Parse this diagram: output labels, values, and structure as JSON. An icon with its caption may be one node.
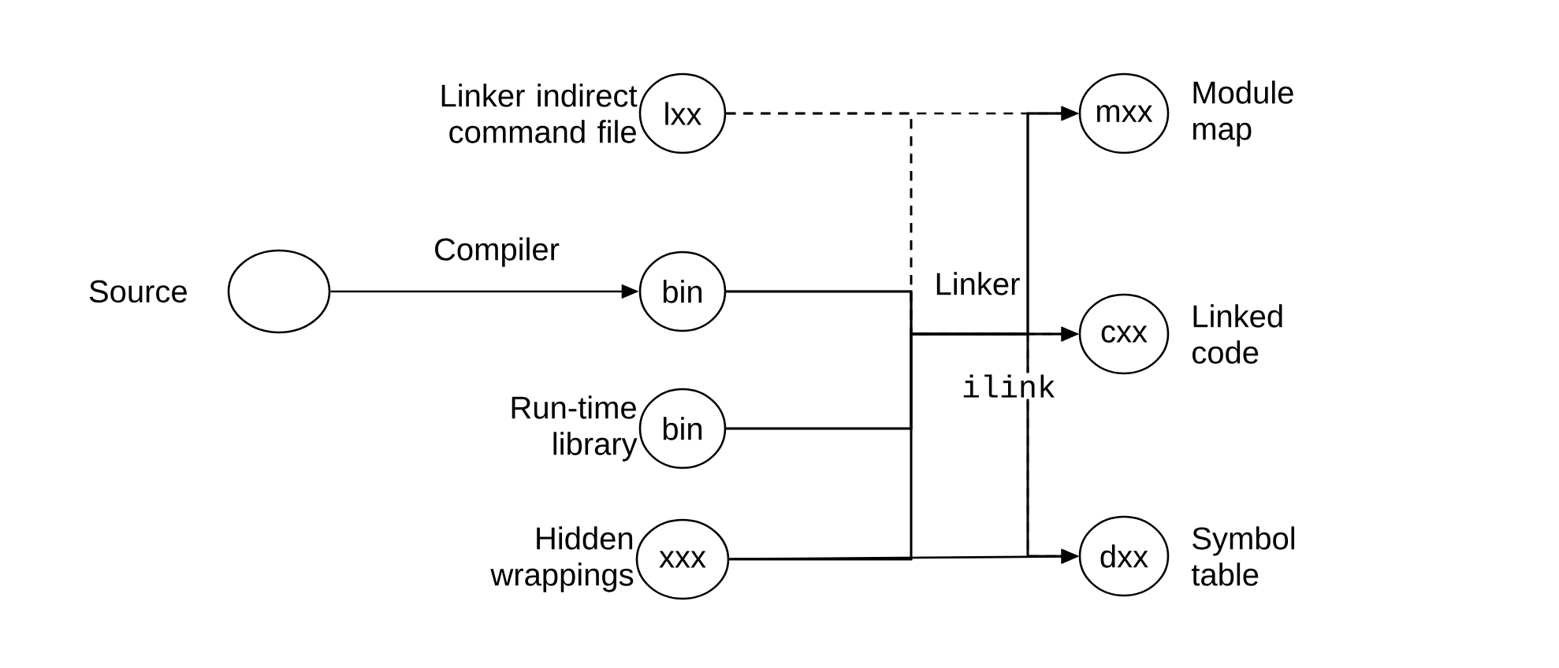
{
  "diagram": {
    "nodes": [
      {
        "text": [],
        "shape": "circle",
        "beside": [
          "Source"
        ]
      },
      {
        "text": [
          "lxx"
        ],
        "beside": [
          "Linker indirect command file"
        ]
      },
      {
        "text": [
          "bin"
        ]
      },
      {
        "text": [
          "bin"
        ],
        "beside": [
          "Run-time library"
        ]
      },
      {
        "text": [
          "xxx"
        ],
        "beside": [
          "Hidden wrappings"
        ]
      },
      {
        "text": [
          "mxx"
        ],
        "beside": [
          "Module map"
        ]
      },
      {
        "text": [
          "cxx"
        ],
        "beside": [
          "Linked code"
        ]
      },
      {
        "text": [
          "dxx"
        ],
        "beside": [
          "Symbol table"
        ]
      }
    ],
    "edges": [
      {
        "from": 0,
        "to": 2,
        "arrow": "to",
        "label": "Compiler"
      },
      {
        "from": 1,
        "to": 5,
        "arrow": "to",
        "style": "dashed"
      },
      {
        "from": 1,
        "to": 6,
        "arrow": "to",
        "style": "dashed"
      },
      {
        "from": 1,
        "to": 7,
        "arrow": "to",
        "style": "dashed"
      },
      {
        "from": 2,
        "to": 5,
        "arrow": "to"
      },
      {
        "from": 2,
        "to": 6,
        "arrow": "to"
      },
      {
        "from": 2,
        "to": 7,
        "arrow": "to"
      },
      {
        "from": 3,
        "to": 5,
        "arrow": "to"
      },
      {
        "from": 3,
        "to": 6,
        "arrow": "to"
      },
      {
        "from": 3,
        "to": 7,
        "arrow": "to"
      },
      {
        "from": 4,
        "to": 5,
        "arrow": "to"
      },
      {
        "from": 4,
        "to": 6,
        "arrow": "to"
      },
      {
        "from": 4,
        "to": 7,
        "arrow": "to"
      }
    ],
    "labels": [
      "Linker",
      "ilink"
    ]
  }
}
